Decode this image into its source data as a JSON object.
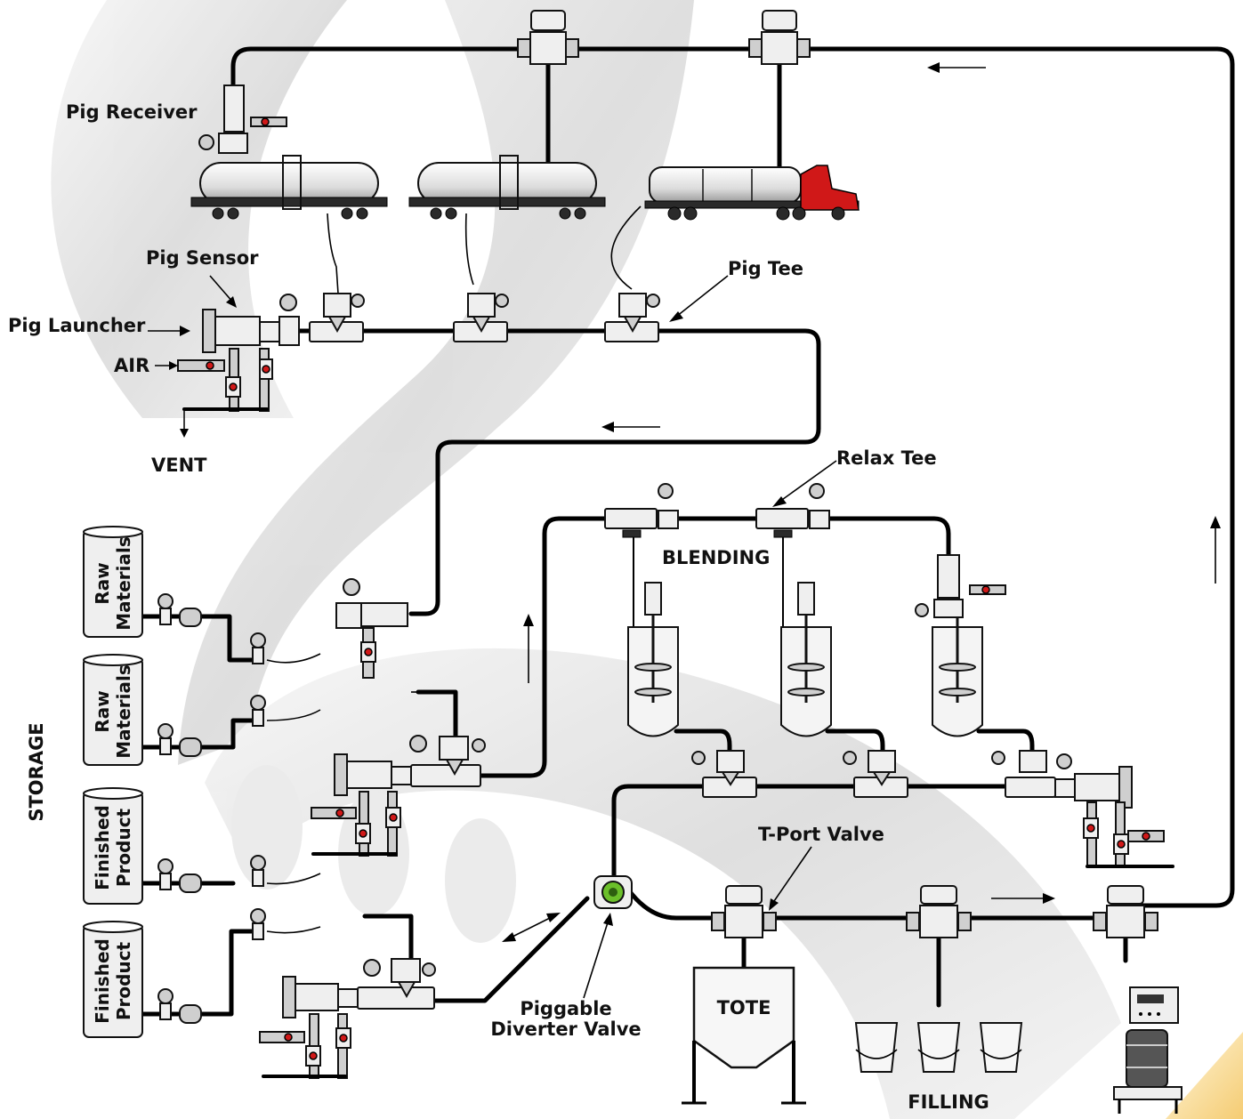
{
  "labels": {
    "pig_receiver": "Pig Receiver",
    "pig_sensor": "Pig Sensor",
    "pig_launcher": "Pig Launcher",
    "air": "AIR",
    "vent": "VENT",
    "pig_tee": "Pig Tee",
    "relax_tee": "Relax Tee",
    "blending": "BLENDING",
    "storage": "STORAGE",
    "t_port_valve": "T-Port Valve",
    "piggable_diverter_valve_line1": "Piggable",
    "piggable_diverter_valve_line2": "Diverter Valve",
    "tote": "TOTE",
    "filling": "FILLING"
  },
  "storage_tanks": [
    {
      "line1": "Raw",
      "line2": "Materials"
    },
    {
      "line1": "Raw",
      "line2": "Materials"
    },
    {
      "line1": "Finished",
      "line2": "Product"
    },
    {
      "line1": "Finished",
      "line2": "Product"
    }
  ],
  "colors": {
    "pipe": "#000000",
    "truck_cab": "#d01818",
    "valve_green": "#6bbf2a",
    "background_swirl": "#e2e2e2",
    "corner_accent": "#f5d27a"
  }
}
